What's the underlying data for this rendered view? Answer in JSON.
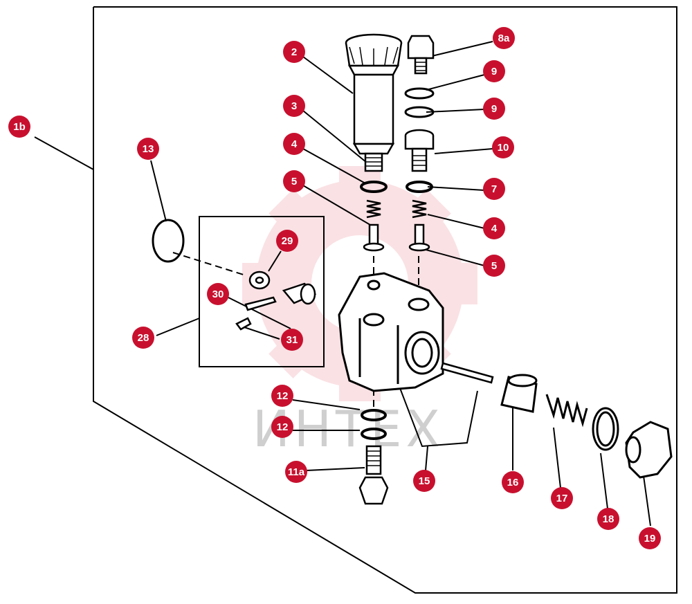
{
  "diagram": {
    "colors": {
      "callout": "#c8102e",
      "callout_text": "#ffffff",
      "line": "#000000",
      "watermark_gear": "#f6c9cf",
      "watermark_text": "#cfcfcf"
    },
    "watermark": {
      "text": "ИНТЕХ"
    },
    "callouts": [
      {
        "id": "c-1b",
        "label": "1b"
      },
      {
        "id": "c-2",
        "label": "2"
      },
      {
        "id": "c-3",
        "label": "3"
      },
      {
        "id": "c-4a",
        "label": "4"
      },
      {
        "id": "c-5a",
        "label": "5"
      },
      {
        "id": "c-8a",
        "label": "8a"
      },
      {
        "id": "c-9a",
        "label": "9"
      },
      {
        "id": "c-9b",
        "label": "9"
      },
      {
        "id": "c-10",
        "label": "10"
      },
      {
        "id": "c-7",
        "label": "7"
      },
      {
        "id": "c-4b",
        "label": "4"
      },
      {
        "id": "c-5b",
        "label": "5"
      },
      {
        "id": "c-13",
        "label": "13"
      },
      {
        "id": "c-29",
        "label": "29"
      },
      {
        "id": "c-30",
        "label": "30"
      },
      {
        "id": "c-28",
        "label": "28"
      },
      {
        "id": "c-31",
        "label": "31"
      },
      {
        "id": "c-12a",
        "label": "12"
      },
      {
        "id": "c-12b",
        "label": "12"
      },
      {
        "id": "c-11a",
        "label": "11a"
      },
      {
        "id": "c-15",
        "label": "15"
      },
      {
        "id": "c-16",
        "label": "16"
      },
      {
        "id": "c-17",
        "label": "17"
      },
      {
        "id": "c-18",
        "label": "18"
      },
      {
        "id": "c-19",
        "label": "19"
      }
    ]
  }
}
